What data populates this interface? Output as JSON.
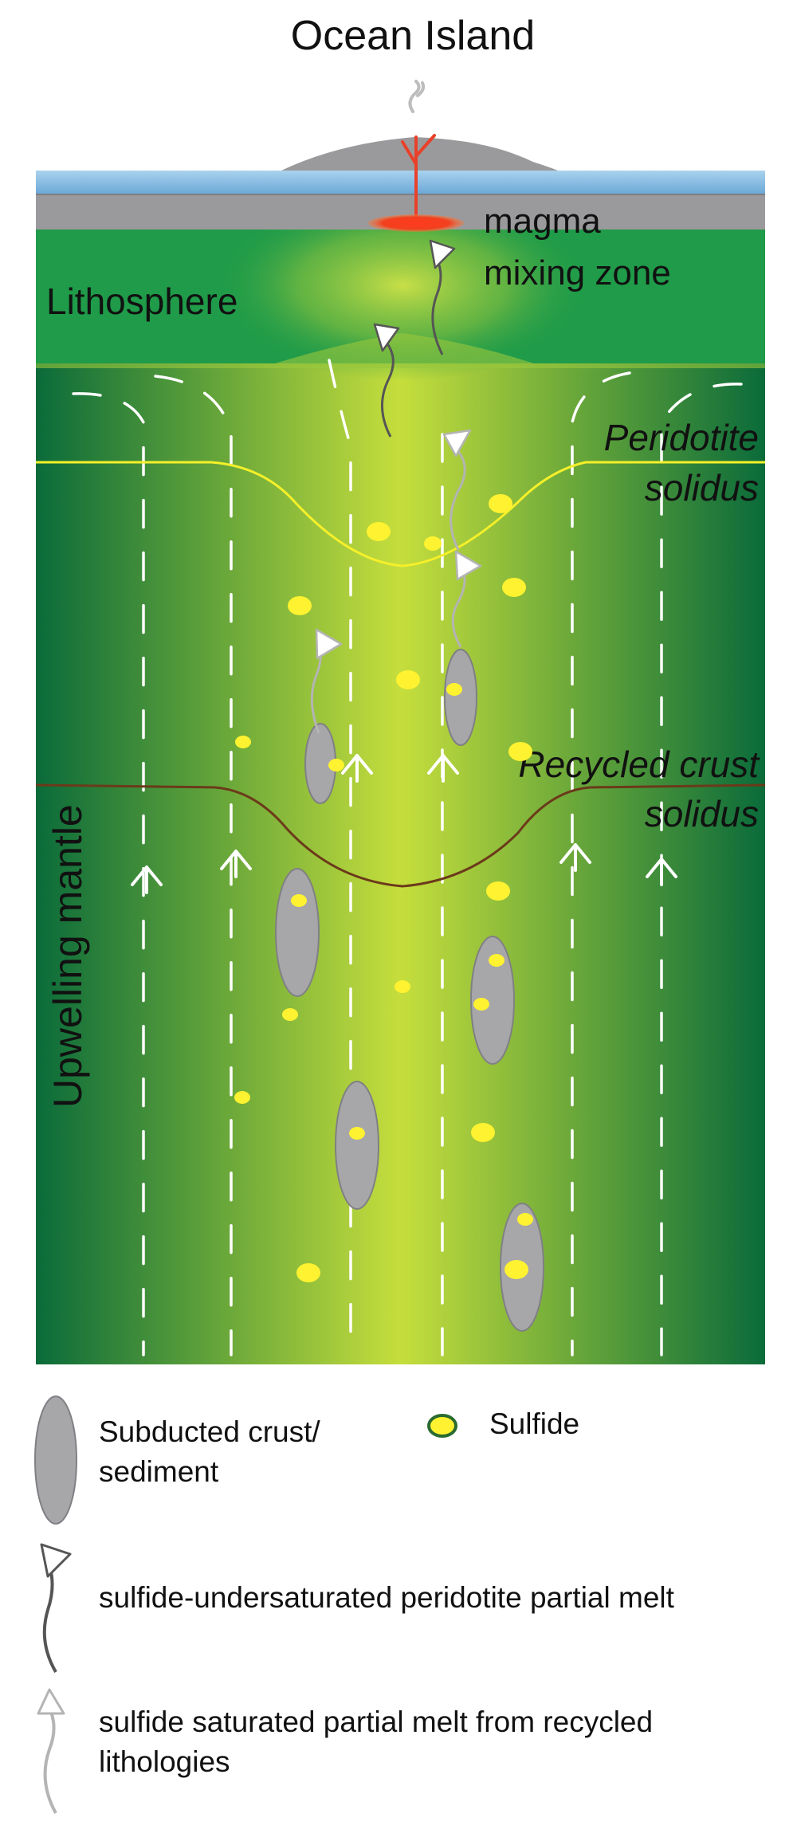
{
  "title": "Ocean Island",
  "labels": {
    "lithosphere": "Lithosphere",
    "magma_mixing_line1": "magma",
    "magma_mixing_line2": "mixing zone",
    "peridotite_solidus_line1": "Peridotite",
    "peridotite_solidus_line2": "solidus",
    "recycled_crust_solidus_line1": "Recycled crust",
    "recycled_crust_solidus_line2": "solidus",
    "upwelling_mantle": "Upwelling mantle"
  },
  "legend": {
    "subducted_line1": "Subducted crust/",
    "subducted_line2": "sediment",
    "sulfide": "Sulfide",
    "undersaturated_melt": "sulfide-undersaturated peridotite partial melt",
    "saturated_melt_line1": "sulfide saturated partial melt from recycled",
    "saturated_melt_line2": "lithologies"
  },
  "colors": {
    "ocean": "#9dc6e6",
    "crust": "#9a9a9c",
    "lithosphere": "#1f9b49",
    "mantle_edge": "#0a6b3a",
    "mantle_center": "#c4dc3c",
    "sulfide": "#fff230",
    "recycled_body": "#a7a7aa",
    "peridotite_solidus": "#f5f02a",
    "recycled_solidus": "#6b3a1a",
    "magma": "#ff2a1a"
  },
  "icons": {
    "undersaturated_arrow": "dark-gray-wavy-arrow-icon",
    "saturated_arrow": "light-gray-wavy-arrow-icon",
    "flow_arrow": "white-chevron-up-icon"
  }
}
